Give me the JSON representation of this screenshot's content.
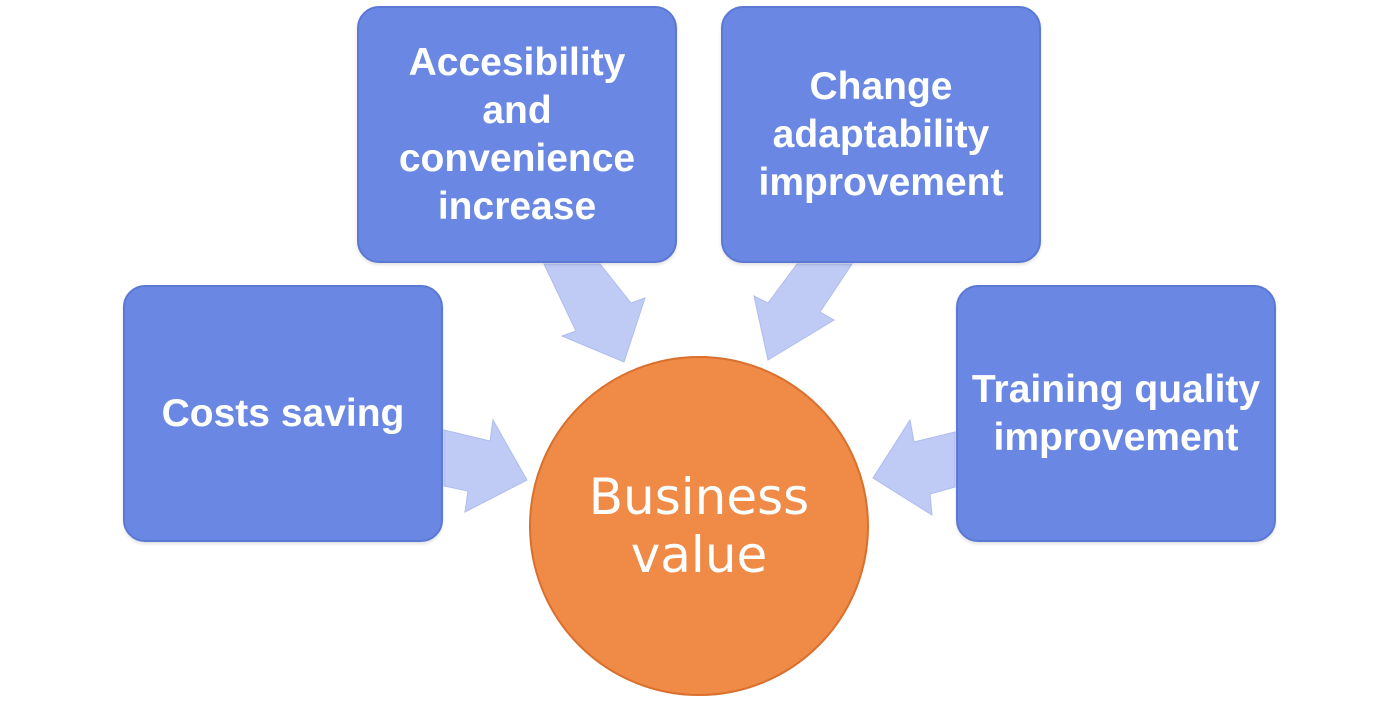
{
  "colors": {
    "box_fill": "#6a88e3",
    "arrow_fill": "#bfcbf5",
    "hub_fill": "#f08a47",
    "text": "#ffffff"
  },
  "hub": {
    "label": "Business value"
  },
  "nodes": [
    {
      "id": "accessibility",
      "label": "Accesibility and convenience increase"
    },
    {
      "id": "change",
      "label": "Change adaptability improvement"
    },
    {
      "id": "costs",
      "label": "Costs saving"
    },
    {
      "id": "training",
      "label": "Training quality improvement"
    }
  ]
}
